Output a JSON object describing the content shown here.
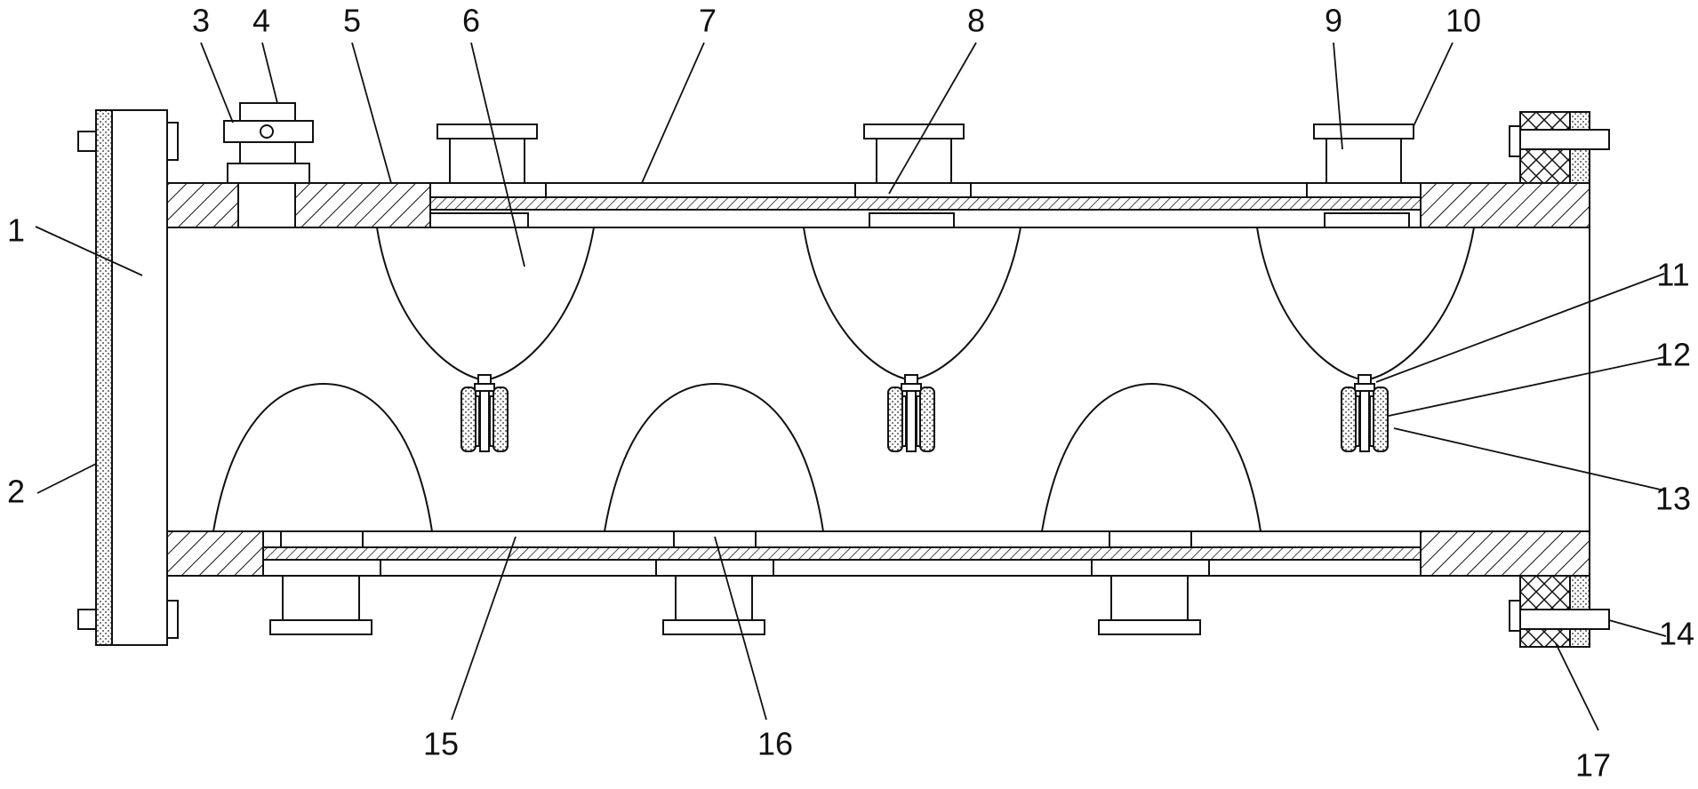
{
  "diagram": {
    "callouts": [
      {
        "id": "1",
        "text": "1"
      },
      {
        "id": "2",
        "text": "2"
      },
      {
        "id": "3",
        "text": "3"
      },
      {
        "id": "4",
        "text": "4"
      },
      {
        "id": "5",
        "text": "5"
      },
      {
        "id": "6",
        "text": "6"
      },
      {
        "id": "7",
        "text": "7"
      },
      {
        "id": "8",
        "text": "8"
      },
      {
        "id": "9",
        "text": "9"
      },
      {
        "id": "10",
        "text": "10"
      },
      {
        "id": "11",
        "text": "11"
      },
      {
        "id": "12",
        "text": "12"
      },
      {
        "id": "13",
        "text": "13"
      },
      {
        "id": "14",
        "text": "14"
      },
      {
        "id": "15",
        "text": "15"
      },
      {
        "id": "16",
        "text": "16"
      },
      {
        "id": "17",
        "text": "17"
      }
    ],
    "colors": {
      "line": "#111111",
      "background": "#ffffff"
    }
  }
}
